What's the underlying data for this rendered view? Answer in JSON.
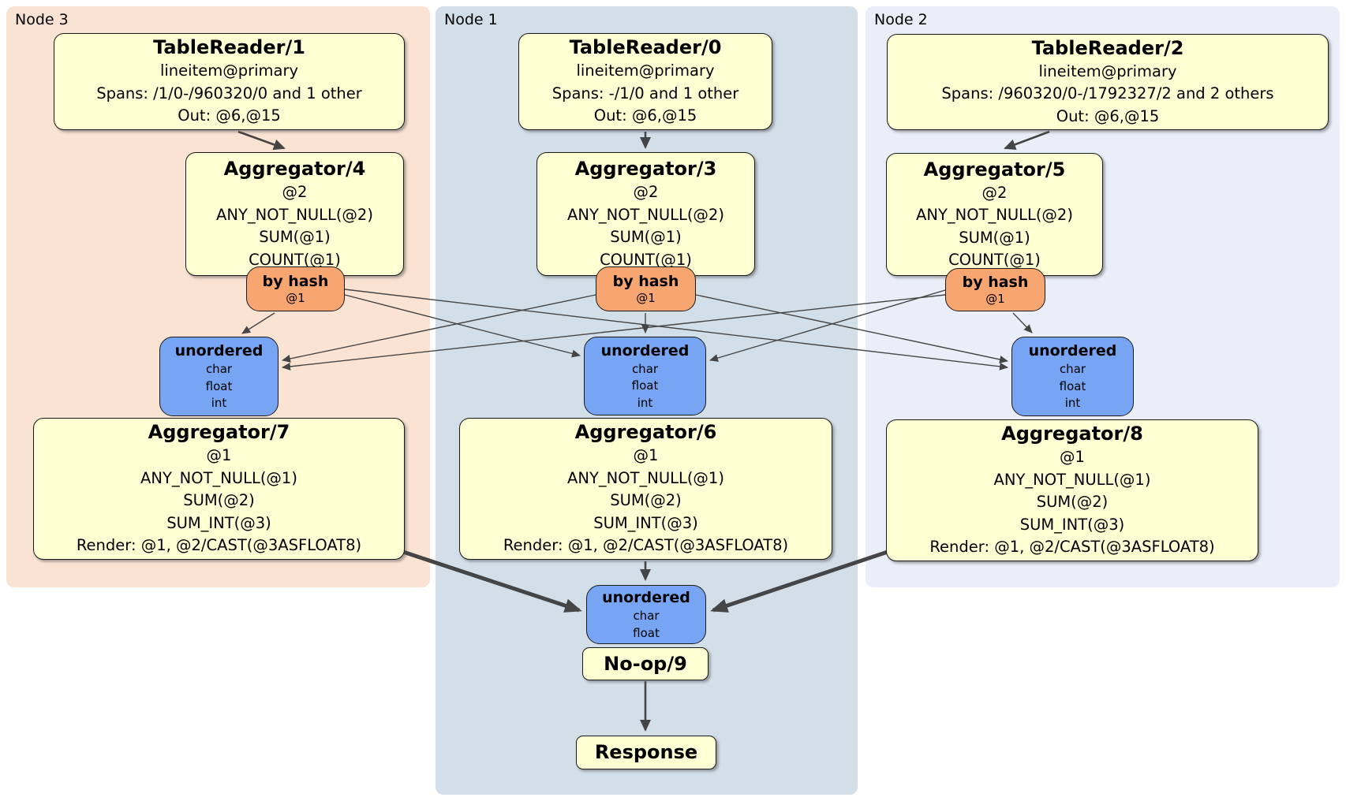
{
  "colors": {
    "op_fill": "#ffffd4",
    "router_fill": "#f7a571",
    "sync_fill": "#77a5f4",
    "cluster_node3": "#fbe3d4",
    "cluster_node1": "#d2dfe9",
    "cluster_node2": "#e9eef8",
    "edge": "#454545"
  },
  "clusters": [
    {
      "label": "Node 3"
    },
    {
      "label": "Node 1"
    },
    {
      "label": "Node 2"
    }
  ],
  "nodes": {
    "tr1": {
      "title": "TableReader/1",
      "lines": [
        "lineitem@primary",
        "Spans: /1/0-/960320/0 and 1 other",
        "Out: @6,@15"
      ]
    },
    "tr0": {
      "title": "TableReader/0",
      "lines": [
        "lineitem@primary",
        "Spans: -/1/0 and 1 other",
        "Out: @6,@15"
      ]
    },
    "tr2": {
      "title": "TableReader/2",
      "lines": [
        "lineitem@primary",
        "Spans: /960320/0-/1792327/2 and 2 others",
        "Out: @6,@15"
      ]
    },
    "ag4": {
      "title": "Aggregator/4",
      "lines": [
        "@2",
        "ANY_NOT_NULL(@2)",
        "SUM(@1)",
        "COUNT(@1)"
      ]
    },
    "ag3": {
      "title": "Aggregator/3",
      "lines": [
        "@2",
        "ANY_NOT_NULL(@2)",
        "SUM(@1)",
        "COUNT(@1)"
      ]
    },
    "ag5": {
      "title": "Aggregator/5",
      "lines": [
        "@2",
        "ANY_NOT_NULL(@2)",
        "SUM(@1)",
        "COUNT(@1)"
      ]
    },
    "ag7": {
      "title": "Aggregator/7",
      "lines": [
        "@1",
        "ANY_NOT_NULL(@1)",
        "SUM(@2)",
        "SUM_INT(@3)",
        "Render: @1, @2/CAST(@3ASFLOAT8)"
      ]
    },
    "ag6": {
      "title": "Aggregator/6",
      "lines": [
        "@1",
        "ANY_NOT_NULL(@1)",
        "SUM(@2)",
        "SUM_INT(@3)",
        "Render: @1, @2/CAST(@3ASFLOAT8)"
      ]
    },
    "ag8": {
      "title": "Aggregator/8",
      "lines": [
        "@1",
        "ANY_NOT_NULL(@1)",
        "SUM(@2)",
        "SUM_INT(@3)",
        "Render: @1, @2/CAST(@3ASFLOAT8)"
      ]
    },
    "bh3": {
      "title": "by hash",
      "sub": "@1"
    },
    "bh1": {
      "title": "by hash",
      "sub": "@1"
    },
    "bh2": {
      "title": "by hash",
      "sub": "@1"
    },
    "u3": {
      "title": "unordered",
      "items": [
        "char",
        "float",
        "int"
      ]
    },
    "u1": {
      "title": "unordered",
      "items": [
        "char",
        "float",
        "int"
      ]
    },
    "u2": {
      "title": "unordered",
      "items": [
        "char",
        "float",
        "int"
      ]
    },
    "uf": {
      "title": "unordered",
      "items": [
        "char",
        "float"
      ]
    },
    "noop": {
      "title": "No-op/9"
    },
    "resp": {
      "title": "Response"
    }
  }
}
